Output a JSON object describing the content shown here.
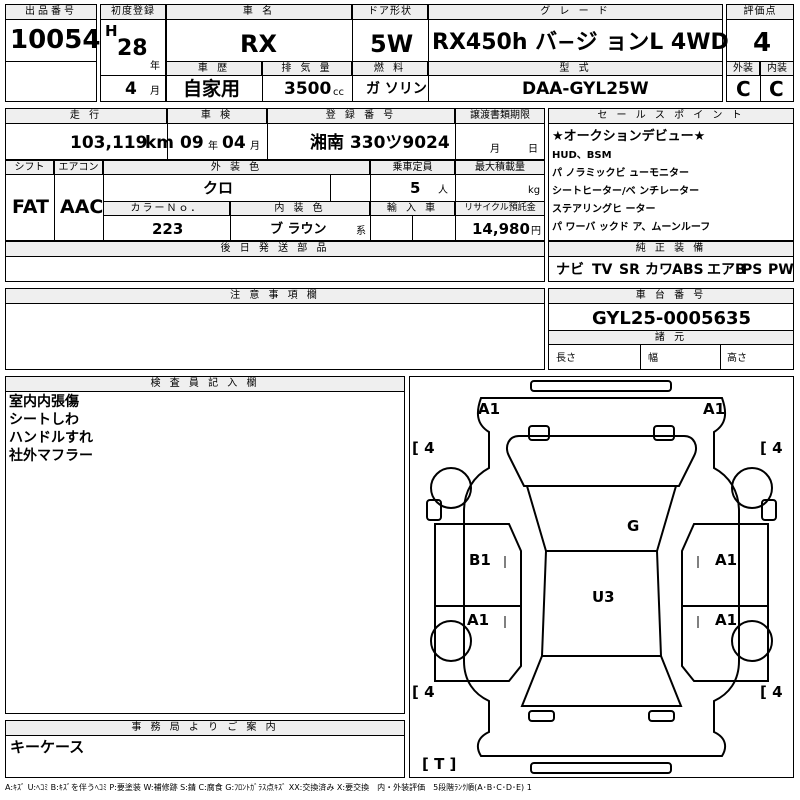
{
  "hdr": {
    "lot": "出品番号",
    "reg": "初度登録",
    "name": "車 名",
    "door": "ドア形状",
    "grade": "グ レ ー ド",
    "score": "評価点",
    "history": "車 歴",
    "disp": "排 気 量",
    "fuel": "燃 料",
    "model": "型 式",
    "ext": "外装",
    "int": "内装",
    "mileage": "走 行",
    "shaken": "車 検",
    "plate": "登 録 番 号",
    "transfer": "譲渡書類期限",
    "sales": "セ ー ル ス ポ イ ン ト",
    "shift": "シフト",
    "ac": "エアコン",
    "color": "外 装 色",
    "capacity": "乗車定員",
    "load": "最大積載量",
    "color_no": "カラーＮｏ．",
    "int_color": "内 装 色",
    "import": "輸 入 車",
    "recycle": "リサイクル預託金",
    "parts": "後 日 発 送 部 品",
    "equip": "純 正 装 備",
    "notes": "注 意 事 項 欄",
    "chassis": "車 台 番 号",
    "dims": "諸 元",
    "inspector": "検 査 員 記 入 欄",
    "office": "事 務 局 よ り ご 案 内"
  },
  "car": {
    "lot_no": "10054",
    "era": "H",
    "year": "28",
    "year_unit": "年",
    "month": "4",
    "month_unit": "月",
    "name": "RX",
    "door": "5W",
    "grade": "RX450h バ−ジ ョンL 4WD",
    "score": "4",
    "history": "自家用",
    "displacement": "3500",
    "disp_unit": "cc",
    "fuel": "ガ ソリン",
    "model": "DAA-GYL25W",
    "ext_grade": "C",
    "int_grade": "C",
    "mileage": "103,119",
    "mileage_unit": "km",
    "shaken_y": "09",
    "shaken_y_unit": "年",
    "shaken_m": "04",
    "shaken_m_unit": "月",
    "plate": "湘南 330ツ9024",
    "transfer_m": "月",
    "transfer_d": "日",
    "shift": "FAT",
    "ac": "AAC",
    "color": "クロ",
    "capacity": "5",
    "capacity_unit": "人",
    "load_unit": "kg",
    "color_no": "223",
    "int_color": "ブ ラウン",
    "int_color_suffix": "系",
    "recycle": "14,980",
    "recycle_unit": "円",
    "chassis_no": "GYL25-0005635",
    "dims": {
      "length": "長さ",
      "width": "幅",
      "height": "高さ"
    }
  },
  "sales_points": [
    "★オークションデビュー★",
    "HUD、BSM",
    "パ ノラミックビ ューモニター",
    "シートヒーター/ベ ンチレーター",
    "ステアリングヒ ーター",
    "パ ワーバ ックド ア、ムーンルーフ"
  ],
  "equipment": [
    "ナビ",
    "TV",
    "SR",
    "カワ",
    "ABS",
    "エアB",
    "PS",
    "PW"
  ],
  "inspector_notes": [
    "室内内張傷",
    "シートしわ",
    "ハンドルすれ",
    "社外マフラー"
  ],
  "office_note": "キーケース",
  "diagram": {
    "tl": "A1",
    "tr": "A1",
    "b1": "B1",
    "a1_r": "A1",
    "a1_l2": "A1",
    "a1_r2": "A1",
    "g": "G",
    "u3": "U3",
    "tire_tl": "4",
    "tire_tr": "4",
    "tire_bl": "4",
    "tire_br": "4",
    "spare": "T"
  },
  "legend": "A:ｷｽﾞ U:ﾍｺﾐ B:ｷｽﾞを伴うﾍｺﾐ P:要塗装 W:補修跡 S:錆 C:腐食 G:ﾌﾛﾝﾄｶﾞﾗｽ点ｷｽﾞ XX:交換済み X:要交換　内・外装評価　5段階ﾗﾝｸ順(A･B･C･D･E) 1"
}
